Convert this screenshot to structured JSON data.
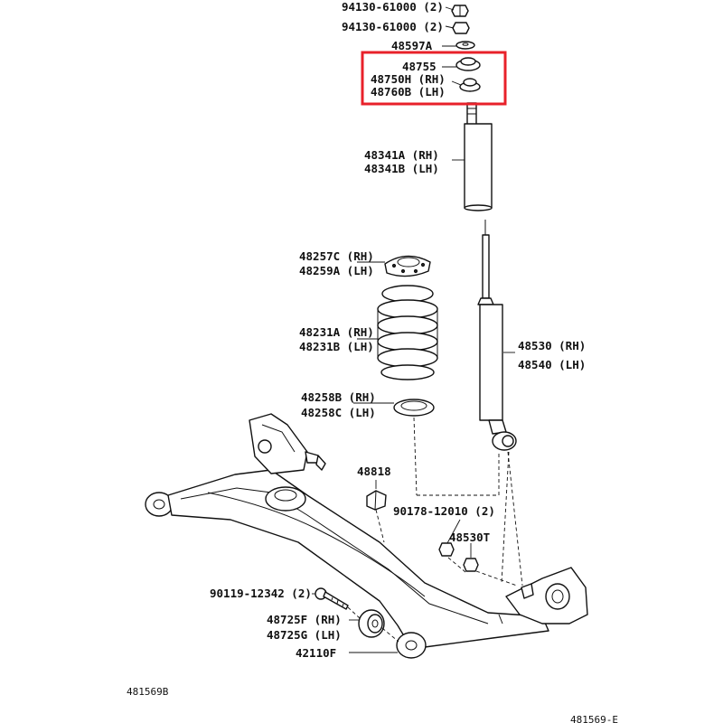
{
  "diagram": {
    "labels": {
      "p94130a": "94130-61000 (2)",
      "p94130b": "94130-61000 (2)",
      "p48597": "48597A",
      "p48755": "48755",
      "p48750": "48750H (RH)",
      "p48760": "48760B (LH)",
      "p48341a": "48341A (RH)",
      "p48341b": "48341B (LH)",
      "p48257": "48257C (RH)",
      "p48259": "48259A (LH)",
      "p48231a": "48231A (RH)",
      "p48231b": "48231B (LH)",
      "p48530": "48530 (RH)",
      "p48540": "48540 (LH)",
      "p48258b": "48258B (RH)",
      "p48258c": "48258C (LH)",
      "p48818": "48818",
      "p90178": "90178-12010 (2)",
      "p48530t": "48530T",
      "p90119": "90119-12342 (2)",
      "p48725f": "48725F (RH)",
      "p48725g": "48725G (LH)",
      "p42110": "42110F"
    },
    "footer": {
      "left": "481569B",
      "right": "481569-E"
    },
    "highlight_color": "#e8212a"
  }
}
